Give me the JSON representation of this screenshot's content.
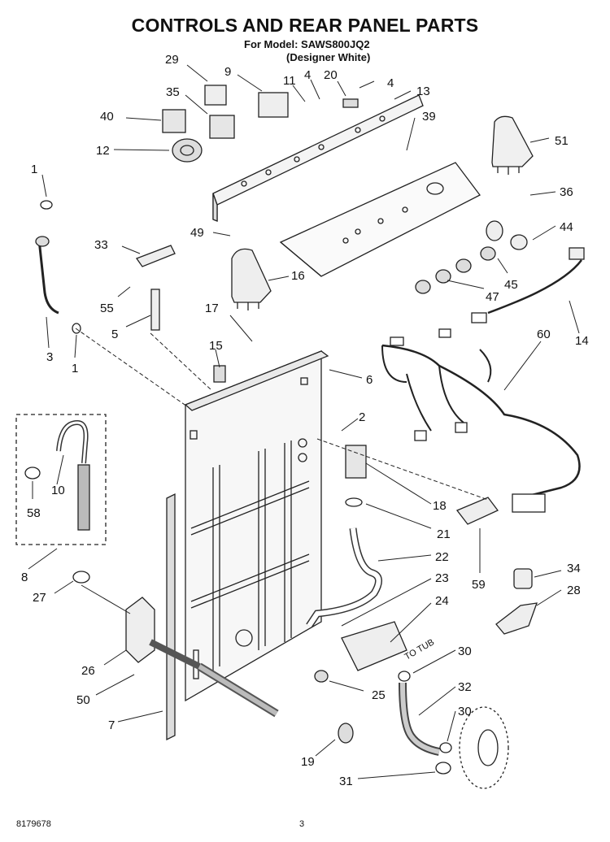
{
  "header": {
    "title": "CONTROLS AND REAR PANEL PARTS",
    "model_line": "For Model: SAWS800JQ2",
    "color_line": "(Designer White)"
  },
  "footer": {
    "doc_number": "8179678",
    "page_number": "3"
  },
  "annotation": "TO TUB",
  "callouts": [
    "29",
    "9",
    "11",
    "4",
    "20",
    "4",
    "13",
    "35",
    "40",
    "39",
    "51",
    "12",
    "1",
    "36",
    "44",
    "49",
    "33",
    "16",
    "45",
    "47",
    "55",
    "17",
    "14",
    "5",
    "3",
    "1",
    "15",
    "60",
    "6",
    "2",
    "18",
    "10",
    "58",
    "21",
    "22",
    "59",
    "8",
    "27",
    "34",
    "23",
    "24",
    "28",
    "30",
    "26",
    "32",
    "50",
    "25",
    "30",
    "7",
    "19",
    "31"
  ]
}
